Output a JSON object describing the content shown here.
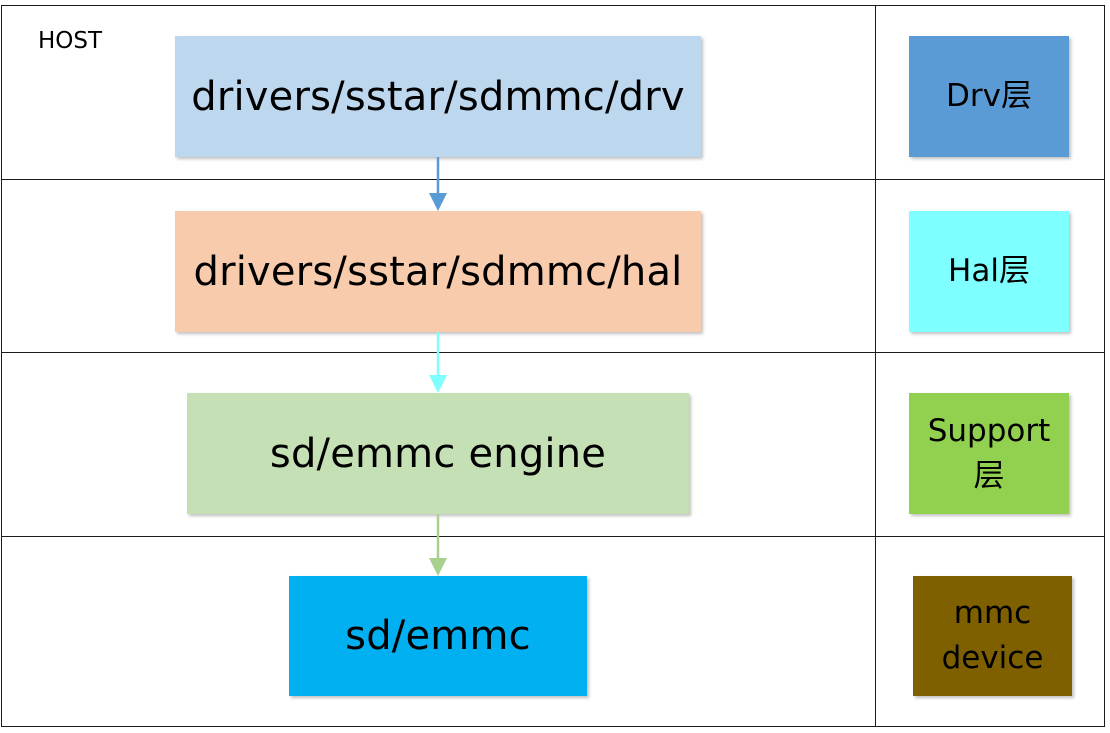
{
  "host_label": "HOST",
  "layers": [
    {
      "main_label": "drivers/sstar/sdmmc/drv",
      "main_color": "#bdd7ee",
      "side_lines": [
        "Drv层"
      ],
      "side_color": "#5b9bd5"
    },
    {
      "main_label": "drivers/sstar/sdmmc/hal",
      "main_color": "#f8cbad",
      "side_lines": [
        "Hal层"
      ],
      "side_color": "#7fffff"
    },
    {
      "main_label": "sd/emmc engine",
      "main_color": "#c5e0b4",
      "side_lines": [
        "Support",
        "层"
      ],
      "side_color": "#92d050"
    },
    {
      "main_label": "sd/emmc",
      "main_color": "#00b0f0",
      "side_lines": [
        "mmc",
        "device"
      ],
      "side_color": "#7f6000"
    }
  ],
  "arrow_colors": [
    "#5b9bd5",
    "#7fffff",
    "#a9d18e"
  ]
}
